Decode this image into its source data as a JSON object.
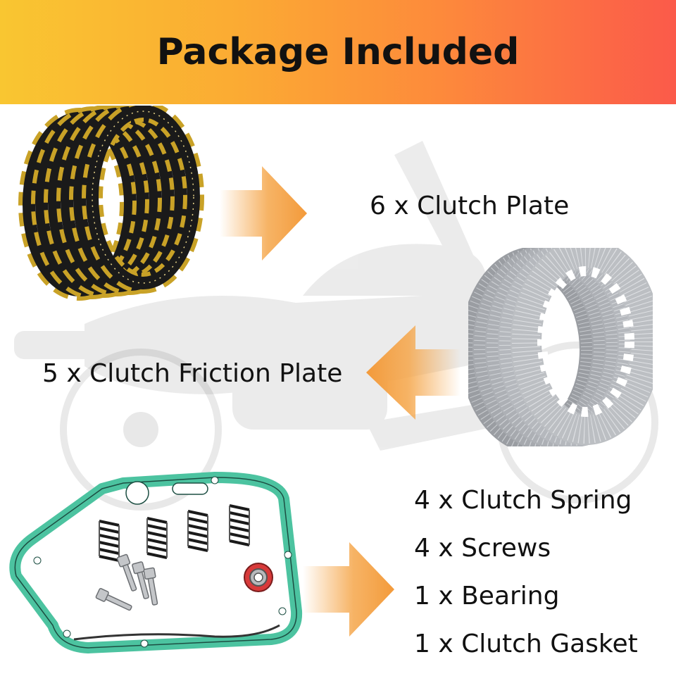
{
  "banner": {
    "title": "Package Included"
  },
  "items": [
    {
      "quantity": "6",
      "name": "Clutch Plate",
      "text": "6 x Clutch Plate"
    },
    {
      "quantity": "5",
      "name": "Clutch Friction Plate",
      "text": "5 x Clutch Friction Plate"
    },
    {
      "quantity": "4",
      "name": "Clutch Spring",
      "text": "4 x Clutch Spring"
    },
    {
      "quantity": "4",
      "name": "Screws",
      "text": "4 x Screws"
    },
    {
      "quantity": "1",
      "name": "Bearing",
      "text": "1 x Bearing"
    },
    {
      "quantity": "1",
      "name": "Clutch Gasket",
      "text": "1 x Clutch Gasket"
    }
  ],
  "colors": {
    "banner_gradient": [
      "#f9c631",
      "#fd8a3b",
      "#fb5a4a"
    ],
    "arrow": "#f5a64a",
    "friction_pad": "#c9a227",
    "plate_dark": "#1a1a1a",
    "steel": "#b8bbbf",
    "gasket": "#4cc3a0",
    "bearing_seal": "#d83a3a"
  },
  "icons": [
    "arrow-right-icon",
    "arrow-left-icon",
    "arrow-right-icon"
  ]
}
